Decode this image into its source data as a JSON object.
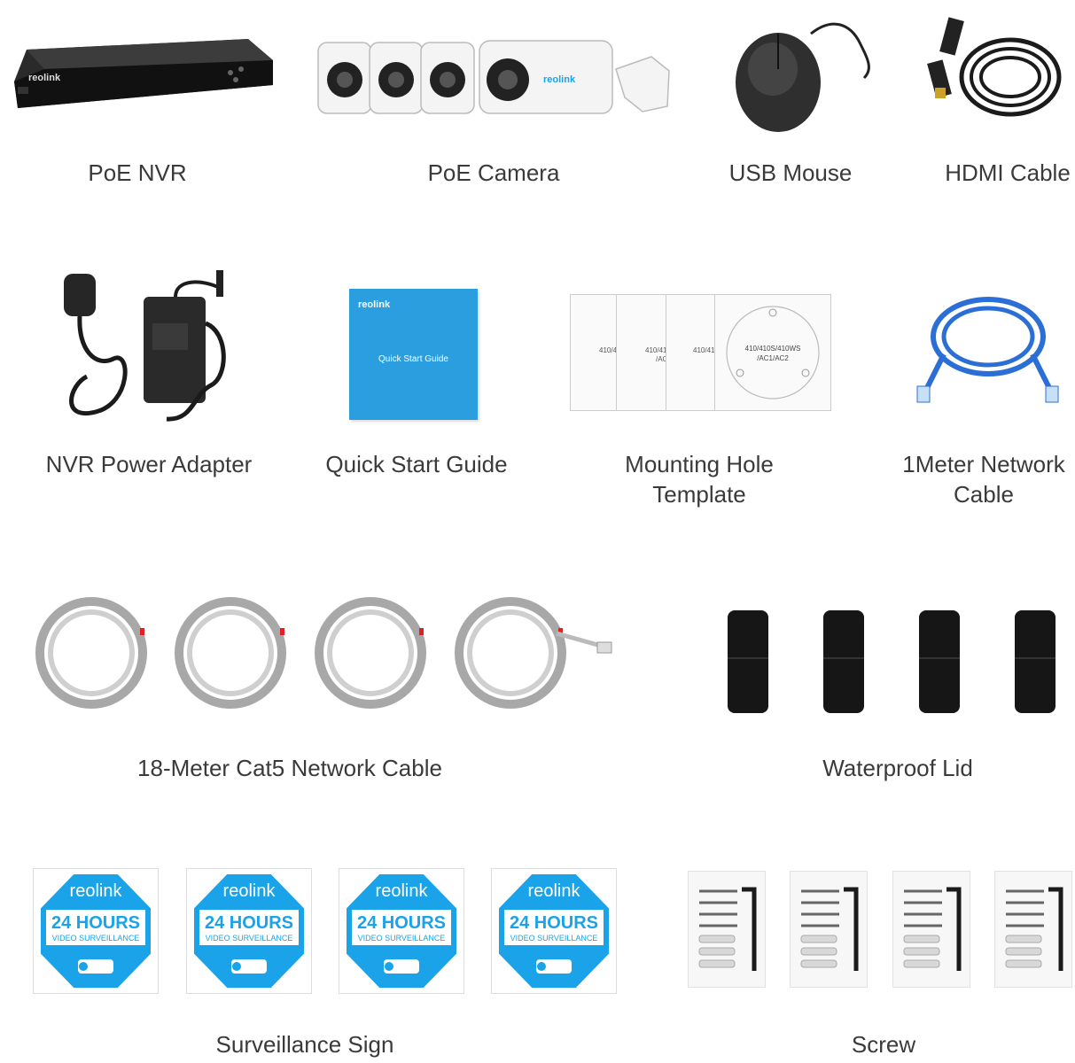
{
  "items": {
    "nvr": {
      "label": "PoE NVR",
      "brand": "reolink"
    },
    "camera": {
      "label": "PoE Camera",
      "brand": "reolink"
    },
    "mouse": {
      "label": "USB Mouse"
    },
    "hdmi": {
      "label": "HDMI Cable"
    },
    "adapter": {
      "label": "NVR Power Adapter"
    },
    "guide": {
      "label": "Quick Start Guide",
      "brand": "reolink",
      "cover_text": "Quick Start Guide"
    },
    "template": {
      "label_line1": "Mounting Hole",
      "label_line2": "Template",
      "sheet_text": "410/410S/410WS",
      "sheet_text2": "/AC1/AC2",
      "sheet_text_short": "410/41",
      "sheet_text_short2": "/AC"
    },
    "network1m": {
      "label_line1": "1Meter Network",
      "label_line2": "Cable"
    },
    "cat5": {
      "label": "18-Meter Cat5 Network Cable"
    },
    "lid": {
      "label": "Waterproof Lid"
    },
    "sign": {
      "label": "Surveillance Sign",
      "brand": "reolink",
      "hours": "24 HOURS",
      "sub": "VIDEO SURVEILLANCE"
    },
    "screw": {
      "label": "Screw"
    }
  },
  "colors": {
    "brand_blue": "#1aa3e8",
    "guide_blue": "#2b9ee0",
    "cable_blue": "#2b6fd6",
    "dark": "#1b1b1b"
  }
}
